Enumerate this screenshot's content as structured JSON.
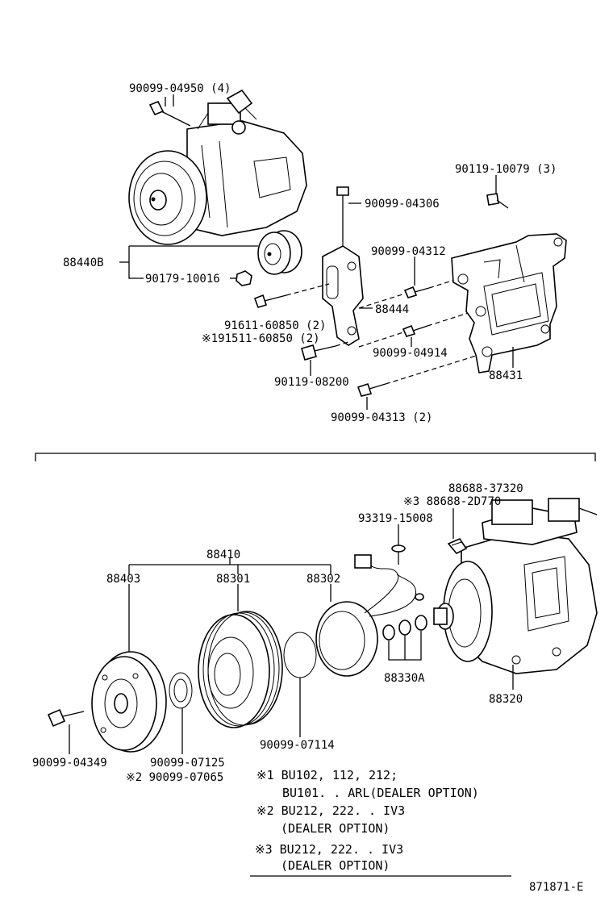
{
  "upper_labels": {
    "bolt_top": "90099-04950 (4)",
    "bolt_right_top": "90119-10079 (3)",
    "bolt_vertical": "90099-04306",
    "pulley_assy": "88440B",
    "nut": "90179-10016",
    "bolt_04312": "90099-04312",
    "bracket": "88444",
    "bolt_60850": "91611-60850 (2)",
    "bolt_60850_alt": "※191511-60850 (2)",
    "bolt_04914": "90099-04914",
    "bolt_08200": "90119-08200",
    "bracket_main": "88431",
    "bolt_04313": "90099-04313 (2)"
  },
  "lower_labels": {
    "label_37320": "88688-37320",
    "label_2d770": "※3 88688-2D770",
    "screw": "93319-15008",
    "clutch_assy": "88410",
    "hub": "88403",
    "pulley": "88301",
    "coil": "88302",
    "shims": "88330A",
    "compressor": "88320",
    "snap_ring": "90099-07114",
    "center_bolt": "90099-04349",
    "washer": "90099-07125",
    "washer_alt": "※2 90099-07065"
  },
  "notes": {
    "n1_line1": "※1  BU102, 112, 212;",
    "n1_line2": "BU101. . ARL(DEALER OPTION)",
    "n2_line1": "※2  BU212, 222. . IV3",
    "n2_line2": "(DEALER OPTION)",
    "n3_line1": "※3  BU212, 222. . IV3",
    "n3_line2": "(DEALER OPTION)"
  },
  "figure_id": "871871-E"
}
